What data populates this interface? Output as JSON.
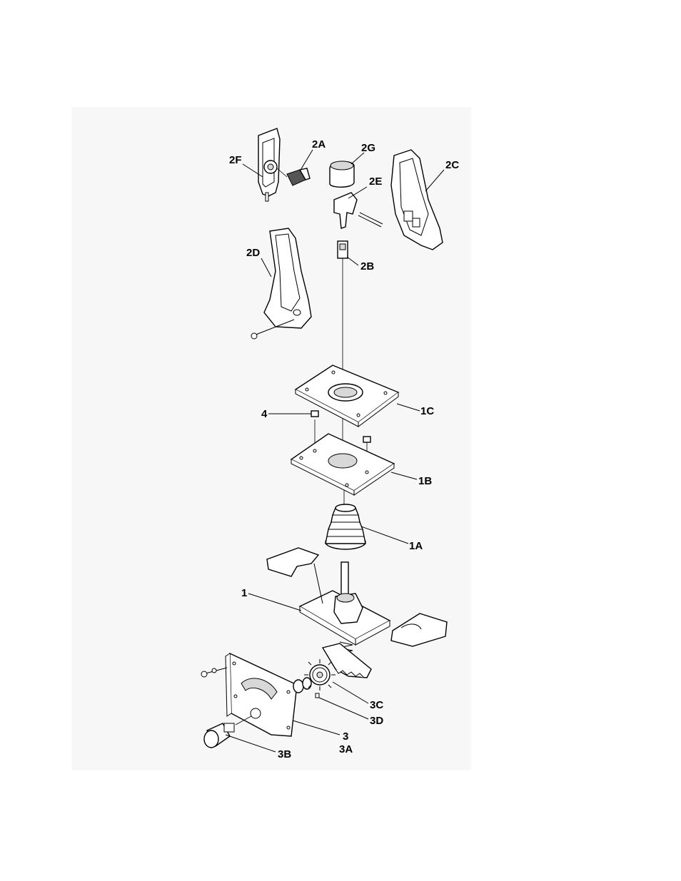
{
  "diagram": {
    "callouts": {
      "c2A": "2A",
      "c2G": "2G",
      "c2F": "2F",
      "c2C": "2C",
      "c2E": "2E",
      "c2D": "2D",
      "c2B": "2B",
      "c1C": "1C",
      "c4": "4",
      "c1B": "1B",
      "c1A": "1A",
      "c1": "1",
      "c3C": "3C",
      "c3D": "3D",
      "c3": "3",
      "c3A": "3A",
      "c3B": "3B"
    }
  }
}
